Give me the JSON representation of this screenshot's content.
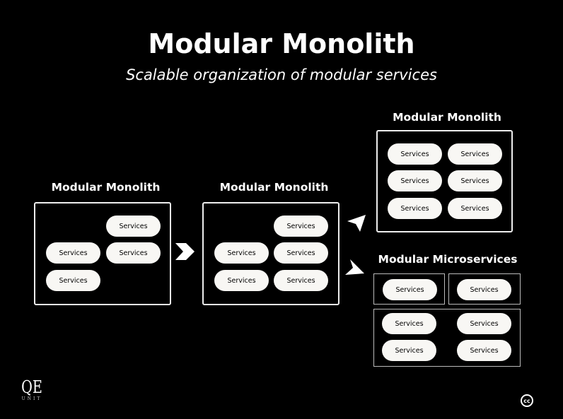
{
  "title": "Modular Monolith",
  "subtitle": "Scalable organization of modular services",
  "stages": [
    {
      "heading": "Modular Monolith",
      "services": [
        "Services",
        "Services",
        "Services",
        "Services"
      ]
    },
    {
      "heading": "Modular Monolith",
      "services": [
        "Services",
        "Services",
        "Services",
        "Services",
        "Services"
      ]
    },
    {
      "heading": "Modular Monolith",
      "services": [
        "Services",
        "Services",
        "Services",
        "Services",
        "Services",
        "Services"
      ]
    },
    {
      "heading": "Modular Microservices",
      "services": [
        "Services",
        "Services",
        "Services",
        "Services",
        "Services",
        "Services"
      ]
    }
  ],
  "logo": {
    "mark": "QE",
    "text": "UNIT"
  },
  "license_icon": "creative-commons-icon",
  "license_text": "cc"
}
